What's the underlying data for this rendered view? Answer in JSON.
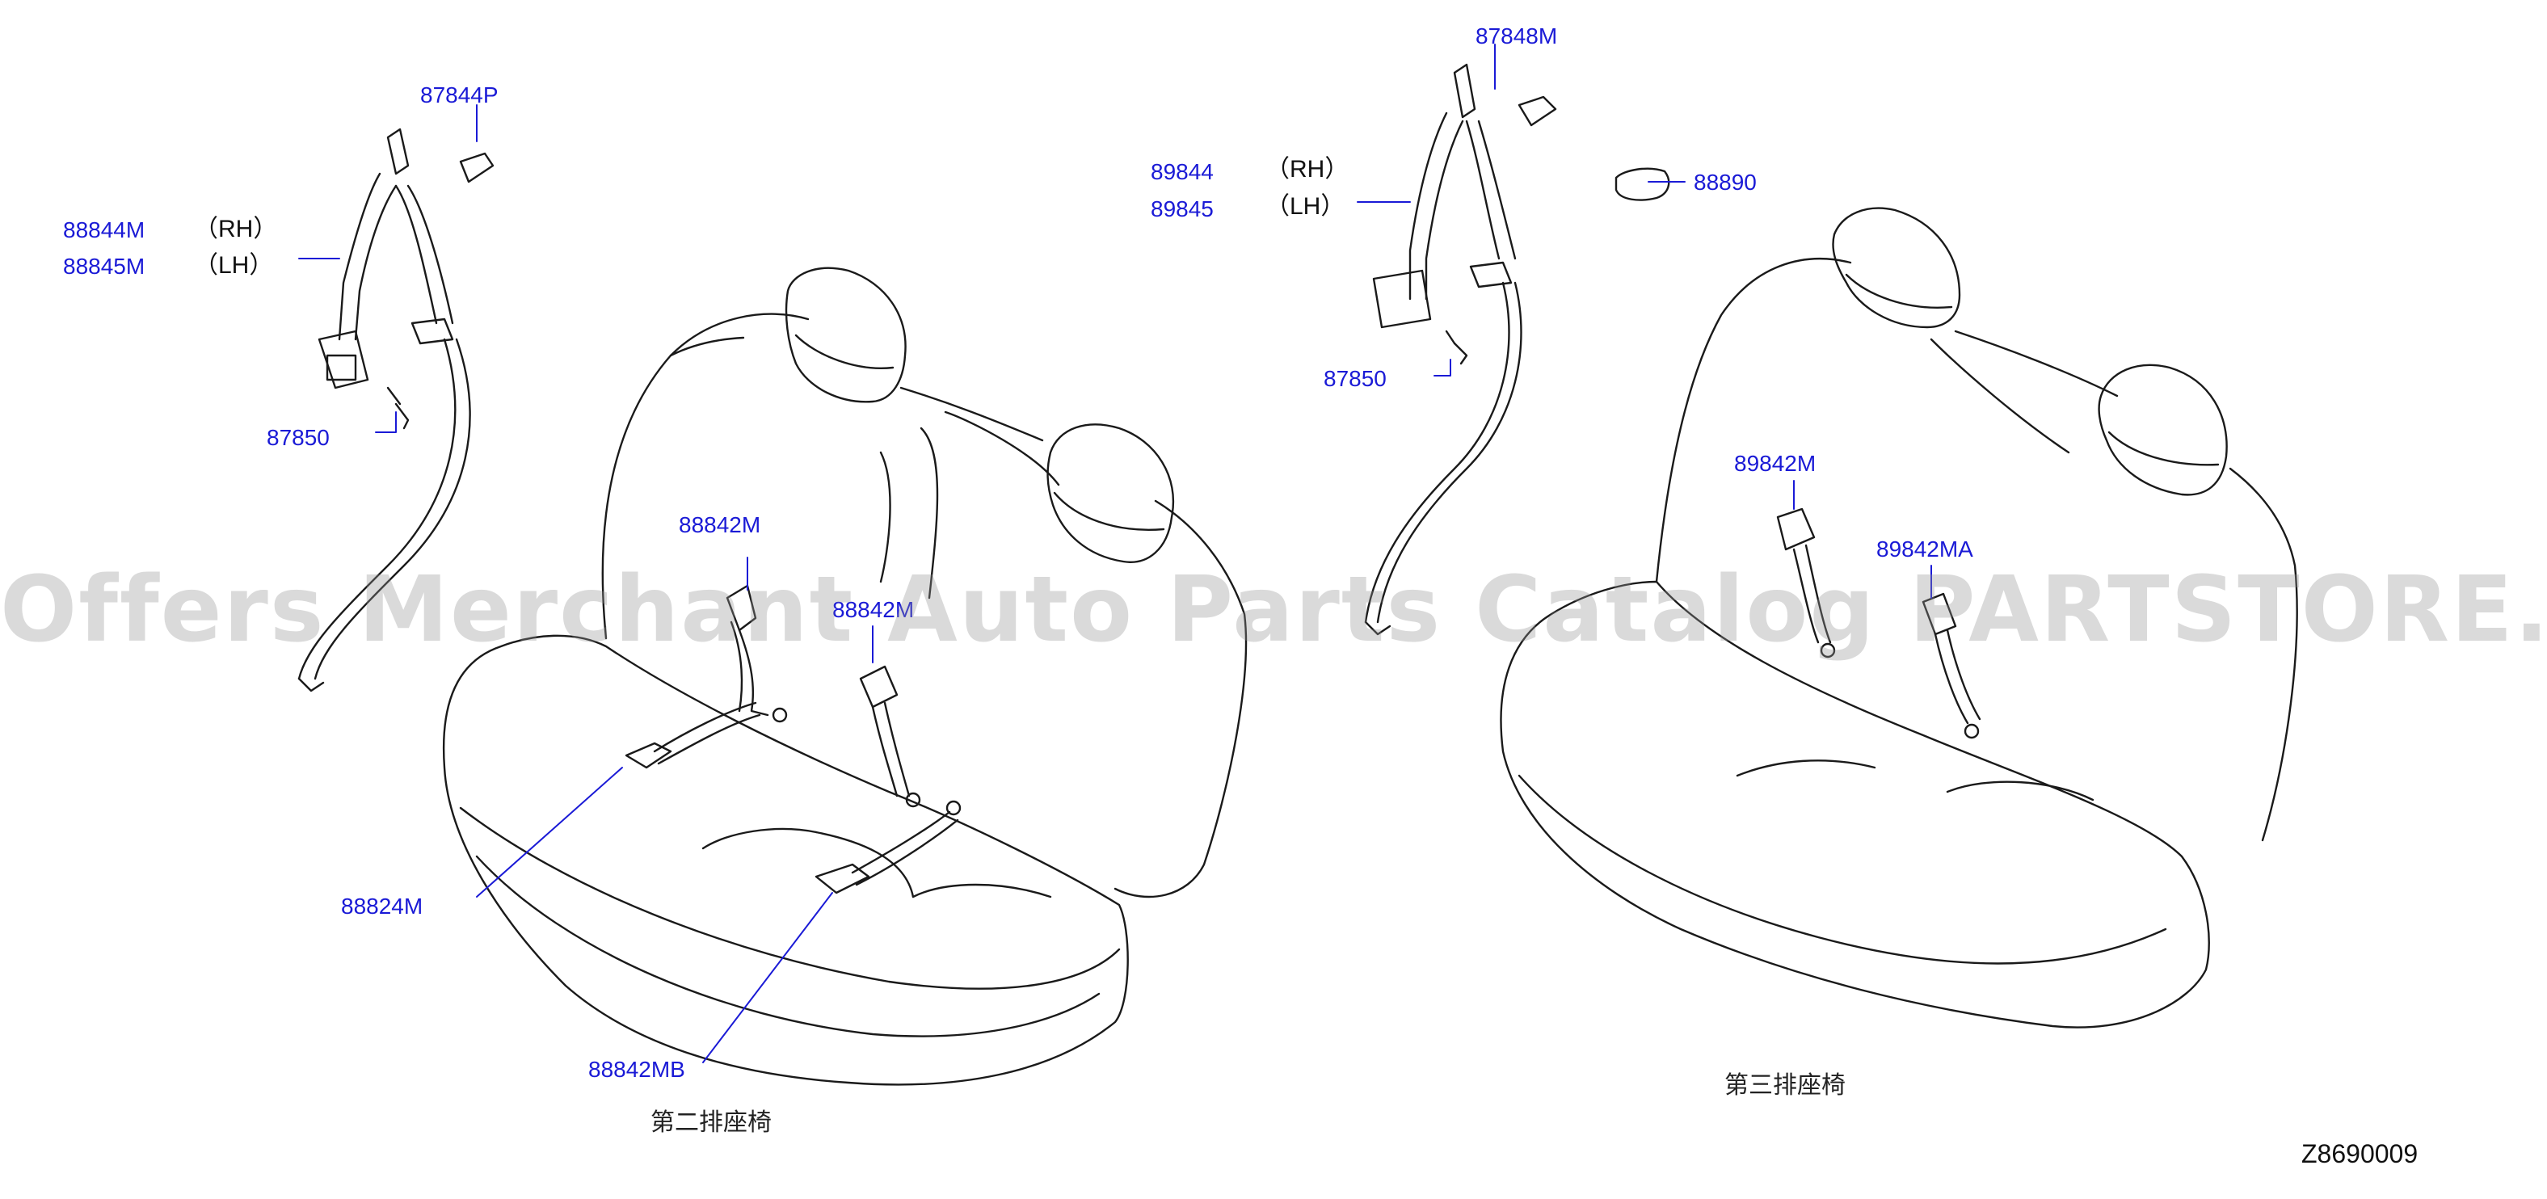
{
  "watermark": "Offers Merchant Auto Parts Catalog PARTSTORE.SA",
  "diagram_id": "Z8690009",
  "captions": {
    "second_row": "第二排座椅",
    "third_row": "第三排座椅"
  },
  "left": {
    "p_87844P": "87844P",
    "p_88844M": "88844M",
    "p_88845M": "88845M",
    "rh": "（RH）",
    "lh": "（LH）",
    "p_87850": "87850",
    "p_88842M": "88842M",
    "p_88842M_b": "88842M",
    "p_88824M": "88824M",
    "p_88842MB": "88842MB"
  },
  "right": {
    "p_87848M": "87848M",
    "p_89844": "89844",
    "p_89845": "89845",
    "rh": "（RH）",
    "lh": "（LH）",
    "p_88890": "88890",
    "p_87850": "87850",
    "p_89842M": "89842M",
    "p_89842MA": "89842MA"
  },
  "colors": {
    "label": "#1a1ad6",
    "line": "#1a1a1a",
    "leader": "#1a1ad6",
    "watermark": "#969696"
  }
}
